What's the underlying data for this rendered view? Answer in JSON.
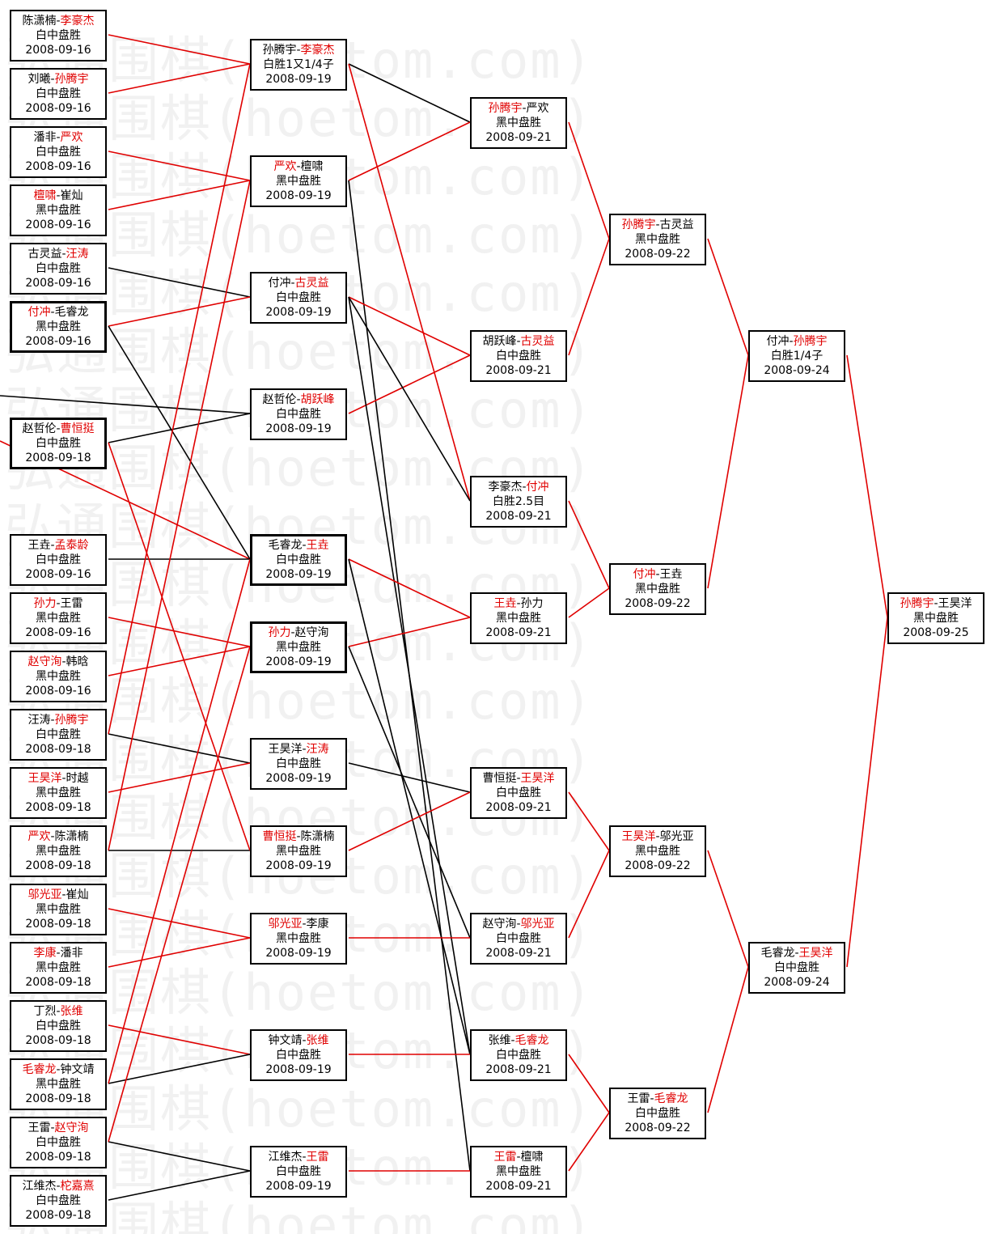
{
  "watermark": "弘通围棋(hoetom.com)",
  "colors": {
    "winner": "#e00000",
    "loser": "#000000",
    "border": "#000000"
  },
  "rounds": [
    {
      "name": "round1",
      "matches": [
        {
          "id": "r1m1",
          "p1": "陈潇楠",
          "p2": "李豪杰",
          "winner": 2,
          "result": "白中盘胜",
          "date": "2008-09-16"
        },
        {
          "id": "r1m2",
          "p1": "刘曦",
          "p2": "孙腾宇",
          "winner": 2,
          "result": "白中盘胜",
          "date": "2008-09-16"
        },
        {
          "id": "r1m3",
          "p1": "潘非",
          "p2": "严欢",
          "winner": 2,
          "result": "白中盘胜",
          "date": "2008-09-16"
        },
        {
          "id": "r1m4",
          "p1": "檀啸",
          "p2": "崔灿",
          "winner": 1,
          "result": "黑中盘胜",
          "date": "2008-09-16"
        },
        {
          "id": "r1m5",
          "p1": "古灵益",
          "p2": "汪涛",
          "winner": 2,
          "result": "白中盘胜",
          "date": "2008-09-16"
        },
        {
          "id": "r1m6",
          "p1": "付冲",
          "p2": "毛睿龙",
          "winner": 1,
          "result": "黑中盘胜",
          "date": "2008-09-16"
        },
        {
          "id": "r1m7",
          "p1": "赵哲伦",
          "p2": "曹恒挺",
          "winner": 2,
          "result": "白中盘胜",
          "date": "2008-09-18"
        },
        {
          "id": "r1m8",
          "p1": "王垚",
          "p2": "孟泰龄",
          "winner": 2,
          "result": "白中盘胜",
          "date": "2008-09-16"
        },
        {
          "id": "r1m9",
          "p1": "孙力",
          "p2": "王雷",
          "winner": 1,
          "result": "黑中盘胜",
          "date": "2008-09-16"
        },
        {
          "id": "r1m10",
          "p1": "赵守洵",
          "p2": "韩晗",
          "winner": 1,
          "result": "黑中盘胜",
          "date": "2008-09-16"
        },
        {
          "id": "r1m11",
          "p1": "汪涛",
          "p2": "孙腾宇",
          "winner": 2,
          "result": "白中盘胜",
          "date": "2008-09-18"
        },
        {
          "id": "r1m12",
          "p1": "王昊洋",
          "p2": "时越",
          "winner": 1,
          "result": "黑中盘胜",
          "date": "2008-09-18"
        },
        {
          "id": "r1m13",
          "p1": "严欢",
          "p2": "陈潇楠",
          "winner": 1,
          "result": "黑中盘胜",
          "date": "2008-09-18"
        },
        {
          "id": "r1m14",
          "p1": "邬光亚",
          "p2": "崔灿",
          "winner": 1,
          "result": "黑中盘胜",
          "date": "2008-09-18"
        },
        {
          "id": "r1m15",
          "p1": "李康",
          "p2": "潘非",
          "winner": 1,
          "result": "黑中盘胜",
          "date": "2008-09-18"
        },
        {
          "id": "r1m16",
          "p1": "丁烈",
          "p2": "张维",
          "winner": 2,
          "result": "白中盘胜",
          "date": "2008-09-18"
        },
        {
          "id": "r1m17",
          "p1": "毛睿龙",
          "p2": "钟文靖",
          "winner": 1,
          "result": "黑中盘胜",
          "date": "2008-09-18"
        },
        {
          "id": "r1m18",
          "p1": "王雷",
          "p2": "赵守洵",
          "winner": 2,
          "result": "白中盘胜",
          "date": "2008-09-18"
        },
        {
          "id": "r1m19",
          "p1": "江维杰",
          "p2": "柁嘉熹",
          "winner": 2,
          "result": "白中盘胜",
          "date": "2008-09-18"
        }
      ]
    },
    {
      "name": "round2",
      "matches": [
        {
          "id": "r2m1",
          "p1": "孙腾宇",
          "p2": "李豪杰",
          "winner": 2,
          "result": "白胜1又1/4子",
          "date": "2008-09-19"
        },
        {
          "id": "r2m2",
          "p1": "严欢",
          "p2": "檀啸",
          "winner": 1,
          "result": "黑中盘胜",
          "date": "2008-09-19"
        },
        {
          "id": "r2m3",
          "p1": "付冲",
          "p2": "古灵益",
          "winner": 2,
          "result": "白中盘胜",
          "date": "2008-09-19"
        },
        {
          "id": "r2m4",
          "p1": "赵哲伦",
          "p2": "胡跃峰",
          "winner": 2,
          "result": "白中盘胜",
          "date": "2008-09-19"
        },
        {
          "id": "r2m5",
          "p1": "毛睿龙",
          "p2": "王垚",
          "winner": 2,
          "result": "白中盘胜",
          "date": "2008-09-19"
        },
        {
          "id": "r2m6",
          "p1": "孙力",
          "p2": "赵守洵",
          "winner": 1,
          "result": "黑中盘胜",
          "date": "2008-09-19"
        },
        {
          "id": "r2m7",
          "p1": "王昊洋",
          "p2": "汪涛",
          "winner": 2,
          "result": "白中盘胜",
          "date": "2008-09-19"
        },
        {
          "id": "r2m8",
          "p1": "曹恒挺",
          "p2": "陈潇楠",
          "winner": 1,
          "result": "黑中盘胜",
          "date": "2008-09-19"
        },
        {
          "id": "r2m9",
          "p1": "邬光亚",
          "p2": "李康",
          "winner": 1,
          "result": "黑中盘胜",
          "date": "2008-09-19"
        },
        {
          "id": "r2m10",
          "p1": "钟文靖",
          "p2": "张维",
          "winner": 2,
          "result": "白中盘胜",
          "date": "2008-09-19"
        },
        {
          "id": "r2m11",
          "p1": "江维杰",
          "p2": "王雷",
          "winner": 2,
          "result": "白中盘胜",
          "date": "2008-09-19"
        }
      ]
    },
    {
      "name": "round3",
      "matches": [
        {
          "id": "r3m1",
          "p1": "孙腾宇",
          "p2": "严欢",
          "winner": 1,
          "result": "黑中盘胜",
          "date": "2008-09-21"
        },
        {
          "id": "r3m2",
          "p1": "胡跃峰",
          "p2": "古灵益",
          "winner": 2,
          "result": "白中盘胜",
          "date": "2008-09-21"
        },
        {
          "id": "r3m3",
          "p1": "李豪杰",
          "p2": "付冲",
          "winner": 2,
          "result": "白胜2.5目",
          "date": "2008-09-21"
        },
        {
          "id": "r3m4",
          "p1": "王垚",
          "p2": "孙力",
          "winner": 1,
          "result": "黑中盘胜",
          "date": "2008-09-21"
        },
        {
          "id": "r3m5",
          "p1": "曹恒挺",
          "p2": "王昊洋",
          "winner": 2,
          "result": "白中盘胜",
          "date": "2008-09-21"
        },
        {
          "id": "r3m6",
          "p1": "赵守洵",
          "p2": "邬光亚",
          "winner": 2,
          "result": "白中盘胜",
          "date": "2008-09-21"
        },
        {
          "id": "r3m7",
          "p1": "张维",
          "p2": "毛睿龙",
          "winner": 2,
          "result": "白中盘胜",
          "date": "2008-09-21"
        },
        {
          "id": "r3m8",
          "p1": "王雷",
          "p2": "檀啸",
          "winner": 1,
          "result": "黑中盘胜",
          "date": "2008-09-21"
        }
      ]
    },
    {
      "name": "round4",
      "matches": [
        {
          "id": "r4m1",
          "p1": "孙腾宇",
          "p2": "古灵益",
          "winner": 1,
          "result": "黑中盘胜",
          "date": "2008-09-22"
        },
        {
          "id": "r4m2",
          "p1": "付冲",
          "p2": "王垚",
          "winner": 1,
          "result": "黑中盘胜",
          "date": "2008-09-22"
        },
        {
          "id": "r4m3",
          "p1": "王昊洋",
          "p2": "邬光亚",
          "winner": 1,
          "result": "黑中盘胜",
          "date": "2008-09-22"
        },
        {
          "id": "r4m4",
          "p1": "王雷",
          "p2": "毛睿龙",
          "winner": 2,
          "result": "白中盘胜",
          "date": "2008-09-22"
        }
      ]
    },
    {
      "name": "round5",
      "matches": [
        {
          "id": "r5m1",
          "p1": "付冲",
          "p2": "孙腾宇",
          "winner": 2,
          "result": "白胜1/4子",
          "date": "2008-09-24"
        },
        {
          "id": "r5m2",
          "p1": "毛睿龙",
          "p2": "王昊洋",
          "winner": 2,
          "result": "白中盘胜",
          "date": "2008-09-24"
        }
      ]
    },
    {
      "name": "final",
      "matches": [
        {
          "id": "r6m1",
          "p1": "孙腾宇",
          "p2": "王昊洋",
          "winner": 1,
          "result": "黑中盘胜",
          "date": "2008-09-25"
        }
      ]
    }
  ]
}
